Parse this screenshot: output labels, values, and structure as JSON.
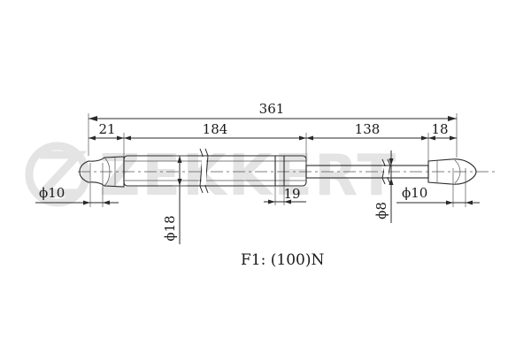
{
  "watermark": {
    "brand": "ZEKKERT"
  },
  "dimensions": {
    "overall_length": "361",
    "left_end_length": "21",
    "body_length": "184",
    "rod_length": "138",
    "right_end_length": "18",
    "ring_width": "19",
    "left_eye_diameter": "ϕ10",
    "body_diameter": "ϕ18",
    "rod_diameter": "ϕ8",
    "right_eye_diameter": "ϕ10"
  },
  "force_label": "F1:  (100)N"
}
